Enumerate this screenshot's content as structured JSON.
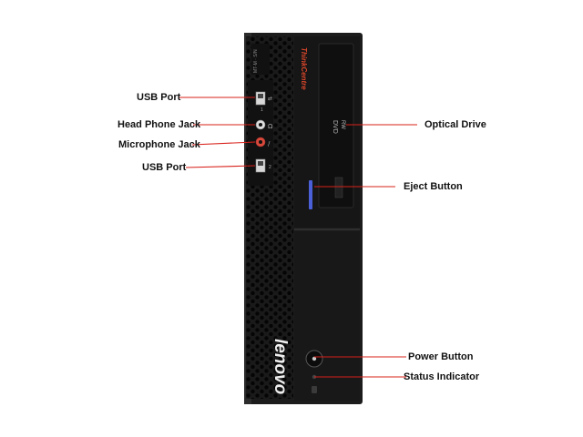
{
  "labels": {
    "usb_port_top": "USB Port",
    "headphone_jack": "Head Phone Jack",
    "microphone_jack": "Microphone Jack",
    "usb_port_bottom": "USB Port",
    "optical_drive": "Optical Drive",
    "eject_button": "Eject Button",
    "power_button": "Power Button",
    "status_indicator": "Status Indicator"
  },
  "device": {
    "brand_top": "ThinkCentre",
    "brand_side": "lenovo",
    "drive_logo": "DVD",
    "drive_logo2": "RW",
    "port1_num": "1",
    "port2_num": "2"
  },
  "colors": {
    "leader_line": "#d8201a",
    "case_body": "#1b1b1b",
    "brand_accent": "#d8462a",
    "eject_led": "#4a5fd8"
  },
  "icons": [
    "usb-icon",
    "headphone-icon",
    "microphone-icon"
  ]
}
